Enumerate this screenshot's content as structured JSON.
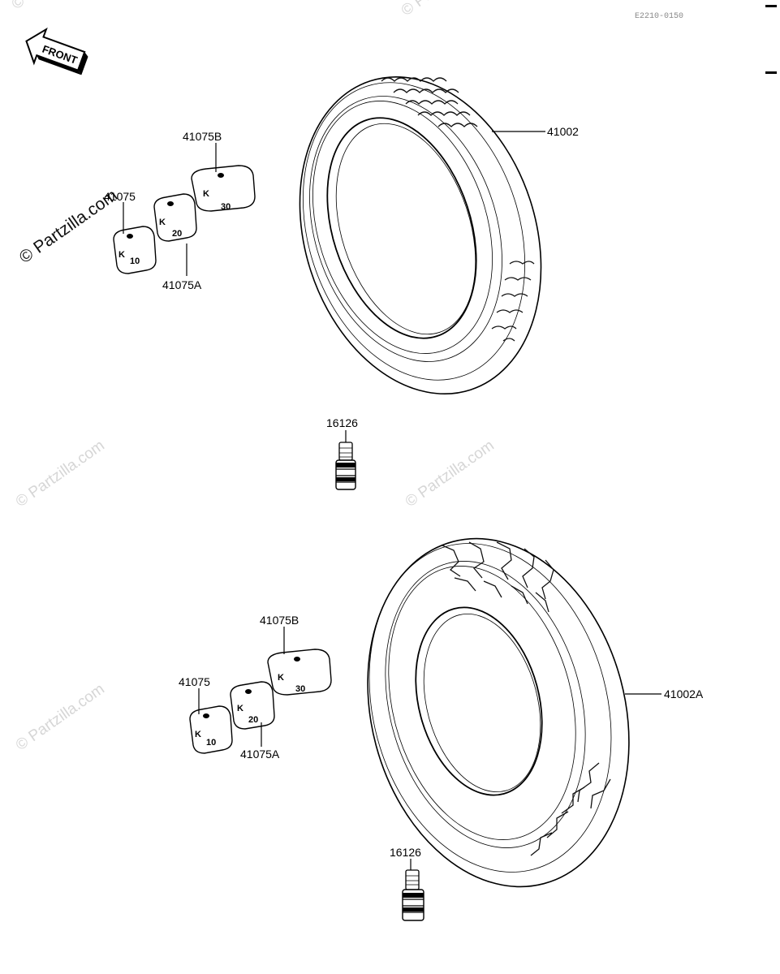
{
  "header": {
    "diagram_code": "E2210-0150"
  },
  "front_sign": {
    "label": "FRONT"
  },
  "watermark": {
    "text": "© Partzilla.com"
  },
  "callouts": {
    "top_tire": "41002",
    "bottom_tire": "41002A",
    "top_valve": "16126",
    "bottom_valve": "16126",
    "top_weight_10": "41075",
    "top_weight_20": "41075A",
    "top_weight_30": "41075B",
    "bottom_weight_10": "41075",
    "bottom_weight_20": "41075A",
    "bottom_weight_30": "41075B"
  },
  "weight_marks": {
    "brand": "K",
    "w10": "10",
    "w20": "20",
    "w30": "30"
  }
}
